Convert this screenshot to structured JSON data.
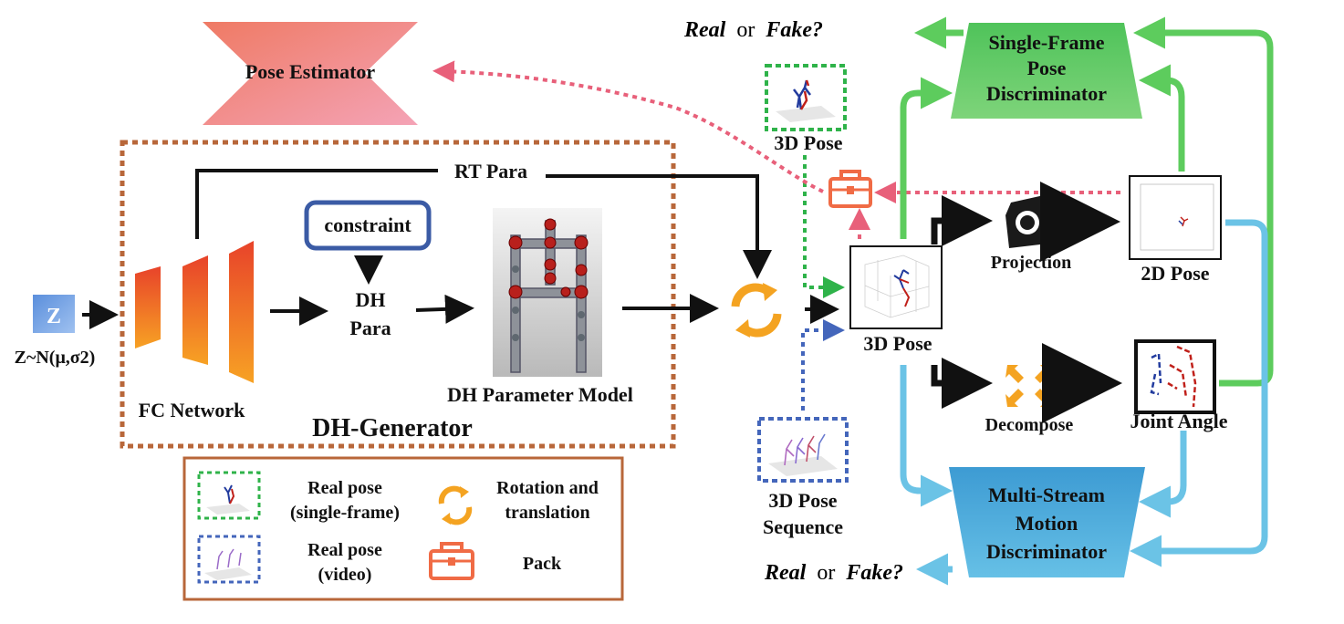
{
  "diagram": {
    "pose_estimator": "Pose Estimator",
    "real_or_fake_top": {
      "real": "Real",
      "or": "or",
      "fake": "Fake?"
    },
    "real_or_fake_bottom": {
      "real": "Real",
      "or": "or",
      "fake": "Fake?"
    },
    "single_frame_discriminator": [
      "Single-Frame",
      "Pose",
      "Discriminator"
    ],
    "multi_stream_discriminator": [
      "Multi-Stream",
      "Motion",
      "Discriminator"
    ],
    "three_d_pose_top": "3D Pose",
    "three_d_pose_center": "3D Pose",
    "three_d_pose_sequence": [
      "3D Pose",
      "Sequence"
    ],
    "rt_para": "RT Para",
    "constraint": "constraint",
    "dh_para": [
      "DH",
      "Para"
    ],
    "dh_parameter_model": "DH Parameter Model",
    "fc_network": "FC Network",
    "dh_generator": "DH-Generator",
    "z_symbol": "Z",
    "z_distribution": "Z~N(μ,σ2)",
    "projection": "Projection",
    "two_d_pose": "2D Pose",
    "decompose": "Decompose",
    "joint_angle": "Joint Angle"
  },
  "legend": {
    "real_pose_single": [
      "Real pose",
      "(single-frame)"
    ],
    "real_pose_video": [
      "Real pose",
      "(video)"
    ],
    "rotation_translation": [
      "Rotation and",
      "translation"
    ],
    "pack": "Pack"
  },
  "colors": {
    "green": "#5dcc5d",
    "blue": "#4aa3d8",
    "light_blue": "#6bc3e6",
    "pink_dotted": "#e8607a",
    "brown_border": "#b8673a",
    "orange": "#f4a321",
    "black": "#111111"
  }
}
